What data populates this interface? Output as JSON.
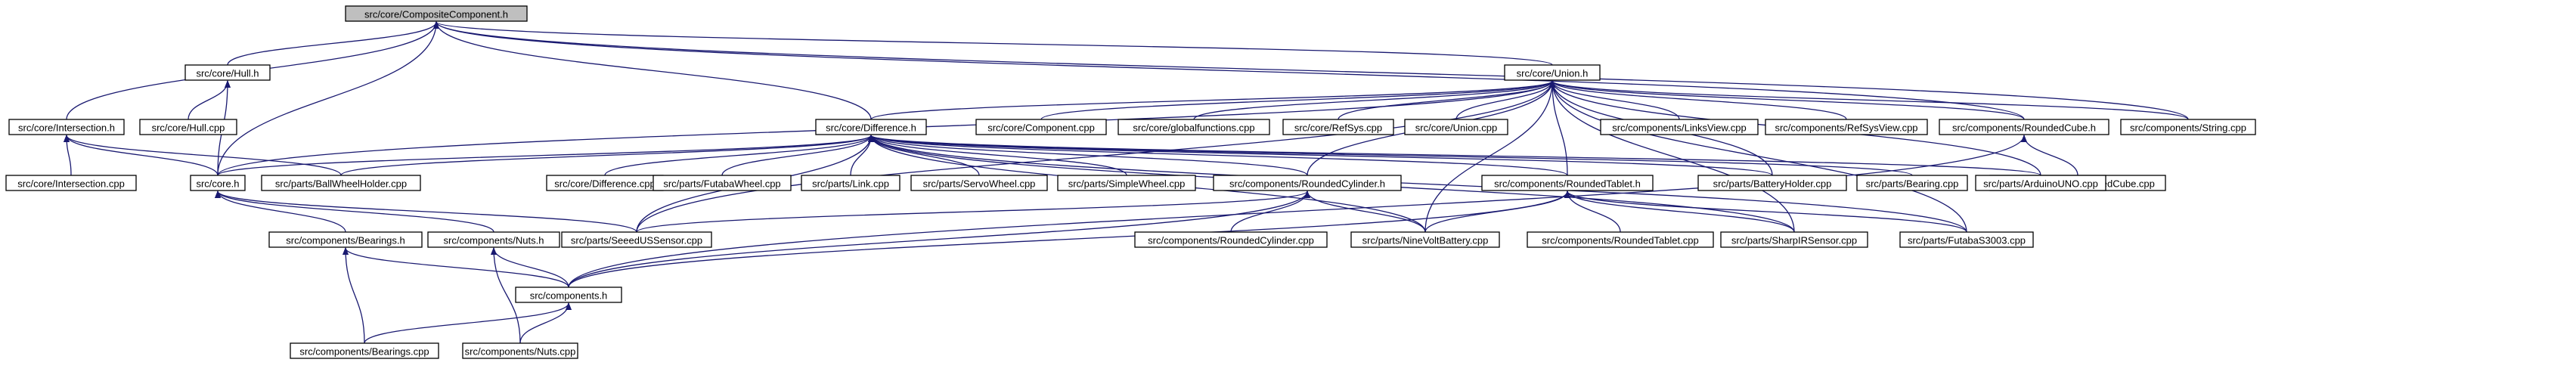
{
  "diagram": {
    "title": "",
    "nodes": [
      {
        "id": "root",
        "label": "src/core/CompositeComponent.h",
        "root": true
      },
      {
        "id": "hull_h",
        "label": "src/core/Hull.h"
      },
      {
        "id": "inter_h",
        "label": "src/core/Intersection.h"
      },
      {
        "id": "hull_cpp",
        "label": "src/core/Hull.cpp"
      },
      {
        "id": "inter_cpp",
        "label": "src/core/Intersection.cpp"
      },
      {
        "id": "core_h",
        "label": "src/core.h"
      },
      {
        "id": "bearings_h",
        "label": "src/components/Bearings.h"
      },
      {
        "id": "nuts_h",
        "label": "src/components/Nuts.h"
      },
      {
        "id": "components_h",
        "label": "src/components.h"
      },
      {
        "id": "bearings_cpp",
        "label": "src/components/Bearings.cpp"
      },
      {
        "id": "nuts_cpp",
        "label": "src/components/Nuts.cpp"
      },
      {
        "id": "union_h",
        "label": "src/core/Union.h"
      },
      {
        "id": "difference_h",
        "label": "src/core/Difference.h"
      },
      {
        "id": "component_cpp",
        "label": "src/core/Component.cpp"
      },
      {
        "id": "globalfunctions_cpp",
        "label": "src/core/globalfunctions.cpp"
      },
      {
        "id": "refsys_cpp",
        "label": "src/core/RefSys.cpp"
      },
      {
        "id": "union_cpp",
        "label": "src/core/Union.cpp"
      },
      {
        "id": "linksview_cpp",
        "label": "src/components/LinksView.cpp"
      },
      {
        "id": "refsysview_cpp",
        "label": "src/components/RefSysView.cpp"
      },
      {
        "id": "roundedcube_h",
        "label": "src/components/RoundedCube.h"
      },
      {
        "id": "string_cpp",
        "label": "src/components/String.cpp"
      },
      {
        "id": "roundedcube_cpp",
        "label": "src/components/RoundedCube.cpp"
      },
      {
        "id": "ballwheelholder_cpp",
        "label": "src/parts/BallWheelHolder.cpp"
      },
      {
        "id": "difference_cpp",
        "label": "src/core/Difference.cpp"
      },
      {
        "id": "futabawheel_cpp",
        "label": "src/parts/FutabaWheel.cpp"
      },
      {
        "id": "link_cpp",
        "label": "src/parts/Link.cpp"
      },
      {
        "id": "servowheel_cpp",
        "label": "src/parts/ServoWheel.cpp"
      },
      {
        "id": "simplewheel_cpp",
        "label": "src/parts/SimpleWheel.cpp"
      },
      {
        "id": "roundedcylinder_h",
        "label": "src/components/RoundedCylinder.h"
      },
      {
        "id": "roundedtablet_h",
        "label": "src/components/RoundedTablet.h"
      },
      {
        "id": "batteryholder_cpp",
        "label": "src/parts/BatteryHolder.cpp"
      },
      {
        "id": "bearing_cpp",
        "label": "src/parts/Bearing.cpp"
      },
      {
        "id": "arduinouno_cpp",
        "label": "src/parts/ArduinoUNO.cpp"
      },
      {
        "id": "seeedussensor_cpp",
        "label": "src/parts/SeeedUSSensor.cpp"
      },
      {
        "id": "roundedcylinder_cpp",
        "label": "src/components/RoundedCylinder.cpp"
      },
      {
        "id": "ninevoltbattery_cpp",
        "label": "src/parts/NineVoltBattery.cpp"
      },
      {
        "id": "roundedtablet_cpp",
        "label": "src/components/RoundedTablet.cpp"
      },
      {
        "id": "sharpirsensor_cpp",
        "label": "src/parts/SharpIRSensor.cpp"
      },
      {
        "id": "futabas3003_cpp",
        "label": "src/parts/FutabaS3003.cpp"
      }
    ],
    "edges": [
      [
        "hull_h",
        "root"
      ],
      [
        "inter_h",
        "root"
      ],
      [
        "core_h",
        "root"
      ],
      [
        "union_h",
        "root"
      ],
      [
        "difference_h",
        "root"
      ],
      [
        "string_cpp",
        "root"
      ],
      [
        "roundedcube_h",
        "root"
      ],
      [
        "hull_cpp",
        "hull_h"
      ],
      [
        "core_h",
        "hull_h"
      ],
      [
        "inter_cpp",
        "inter_h"
      ],
      [
        "core_h",
        "inter_h"
      ],
      [
        "ballwheelholder_cpp",
        "inter_h"
      ],
      [
        "bearings_h",
        "core_h"
      ],
      [
        "nuts_h",
        "core_h"
      ],
      [
        "seeedussensor_cpp",
        "core_h"
      ],
      [
        "components_h",
        "bearings_h"
      ],
      [
        "bearings_cpp",
        "bearings_h"
      ],
      [
        "components_h",
        "nuts_h"
      ],
      [
        "nuts_cpp",
        "nuts_h"
      ],
      [
        "bearings_cpp",
        "components_h"
      ],
      [
        "nuts_cpp",
        "components_h"
      ],
      [
        "difference_h",
        "union_h"
      ],
      [
        "component_cpp",
        "union_h"
      ],
      [
        "globalfunctions_cpp",
        "union_h"
      ],
      [
        "refsys_cpp",
        "union_h"
      ],
      [
        "union_cpp",
        "union_h"
      ],
      [
        "linksview_cpp",
        "union_h"
      ],
      [
        "refsysview_cpp",
        "union_h"
      ],
      [
        "string_cpp",
        "union_h"
      ],
      [
        "roundedcube_h",
        "union_h"
      ],
      [
        "arduinouno_cpp",
        "union_h"
      ],
      [
        "roundedtablet_h",
        "union_h"
      ],
      [
        "ninevoltbattery_cpp",
        "union_h"
      ],
      [
        "core_h",
        "union_h"
      ],
      [
        "seeedussensor_cpp",
        "union_h"
      ],
      [
        "batteryholder_cpp",
        "union_h"
      ],
      [
        "futabas3003_cpp",
        "union_h"
      ],
      [
        "sharpirsensor_cpp",
        "union_h"
      ],
      [
        "roundedcylinder_h",
        "union_h"
      ],
      [
        "core_h",
        "difference_h"
      ],
      [
        "ballwheelholder_cpp",
        "difference_h"
      ],
      [
        "difference_cpp",
        "difference_h"
      ],
      [
        "futabawheel_cpp",
        "difference_h"
      ],
      [
        "link_cpp",
        "difference_h"
      ],
      [
        "servowheel_cpp",
        "difference_h"
      ],
      [
        "simplewheel_cpp",
        "difference_h"
      ],
      [
        "roundedcylinder_h",
        "difference_h"
      ],
      [
        "roundedtablet_h",
        "difference_h"
      ],
      [
        "batteryholder_cpp",
        "difference_h"
      ],
      [
        "bearing_cpp",
        "difference_h"
      ],
      [
        "arduinouno_cpp",
        "difference_h"
      ],
      [
        "seeedussensor_cpp",
        "difference_h"
      ],
      [
        "ninevoltbattery_cpp",
        "difference_h"
      ],
      [
        "sharpirsensor_cpp",
        "difference_h"
      ],
      [
        "futabas3003_cpp",
        "difference_h"
      ],
      [
        "roundedcylinder_cpp",
        "roundedcylinder_h"
      ],
      [
        "components_h",
        "roundedcylinder_h"
      ],
      [
        "seeedussensor_cpp",
        "roundedcylinder_h"
      ],
      [
        "ninevoltbattery_cpp",
        "roundedcylinder_h"
      ],
      [
        "roundedtablet_cpp",
        "roundedtablet_h"
      ],
      [
        "ninevoltbattery_cpp",
        "roundedtablet_h"
      ],
      [
        "sharpirsensor_cpp",
        "roundedtablet_h"
      ],
      [
        "futabas3003_cpp",
        "roundedtablet_h"
      ],
      [
        "components_h",
        "roundedtablet_h"
      ],
      [
        "roundedcube_cpp",
        "roundedcube_h"
      ],
      [
        "components_h",
        "roundedcube_h"
      ]
    ]
  }
}
